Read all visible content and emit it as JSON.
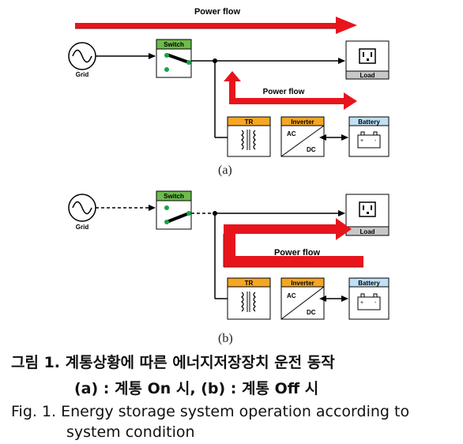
{
  "diagram_a": {
    "power_flow_top": "Power flow",
    "power_flow_inner": "Power flow",
    "grid": "Grid",
    "switch": "Switch",
    "load": "Load",
    "tr": "TR",
    "inverter": "Inverter",
    "ac": "AC",
    "dc": "DC",
    "battery": "Battery",
    "battery_plus": "+",
    "battery_minus": "-",
    "sublabel": "(a)"
  },
  "diagram_b": {
    "power_flow": "Power flow",
    "grid": "Grid",
    "switch": "Switch",
    "load": "Load",
    "tr": "TR",
    "inverter": "Inverter",
    "ac": "AC",
    "dc": "DC",
    "battery": "Battery",
    "battery_plus": "+",
    "battery_minus": "-",
    "sublabel": "(b)"
  },
  "caption": {
    "ko_line1": "그림 1. 계통상황에 따른 에너지저장장치 운전 동작",
    "ko_line2": "(a) : 계통 On 시, (b) : 계통 Off 시",
    "en_line1": "Fig. 1. Energy storage system operation according to",
    "en_line2": "system condition"
  },
  "colors": {
    "arrow_red": "#e8141c",
    "switch_green": "#6dbb4d",
    "tr_orange": "#f5a623",
    "battery_blue": "#bfe0f5",
    "load_gray": "#c8c8c8",
    "dot_green": "#16a34a"
  }
}
